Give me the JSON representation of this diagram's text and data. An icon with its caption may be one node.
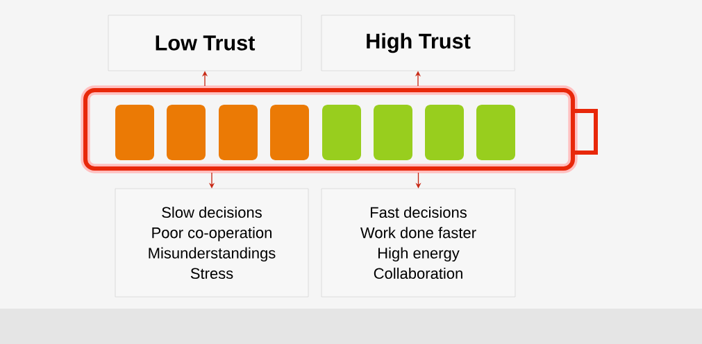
{
  "diagram": {
    "nodes": [
      {
        "text": [
          "Low Trust"
        ]
      },
      {
        "text": [
          "High Trust"
        ]
      },
      {
        "text": [],
        "shape": "battery"
      },
      {
        "text": [
          "Slow decisions",
          "Poor co-operation",
          "Misunderstandings",
          "Stress"
        ]
      },
      {
        "text": [
          "Fast decisions",
          "Work done faster",
          "High energy",
          "Collaboration"
        ]
      }
    ],
    "edges": [
      {
        "from": 2,
        "to": 0,
        "arrow": "to"
      },
      {
        "from": 2,
        "to": 1,
        "arrow": "to"
      },
      {
        "from": 2,
        "to": 3,
        "arrow": "to"
      },
      {
        "from": 2,
        "to": 4,
        "arrow": "to"
      }
    ]
  }
}
